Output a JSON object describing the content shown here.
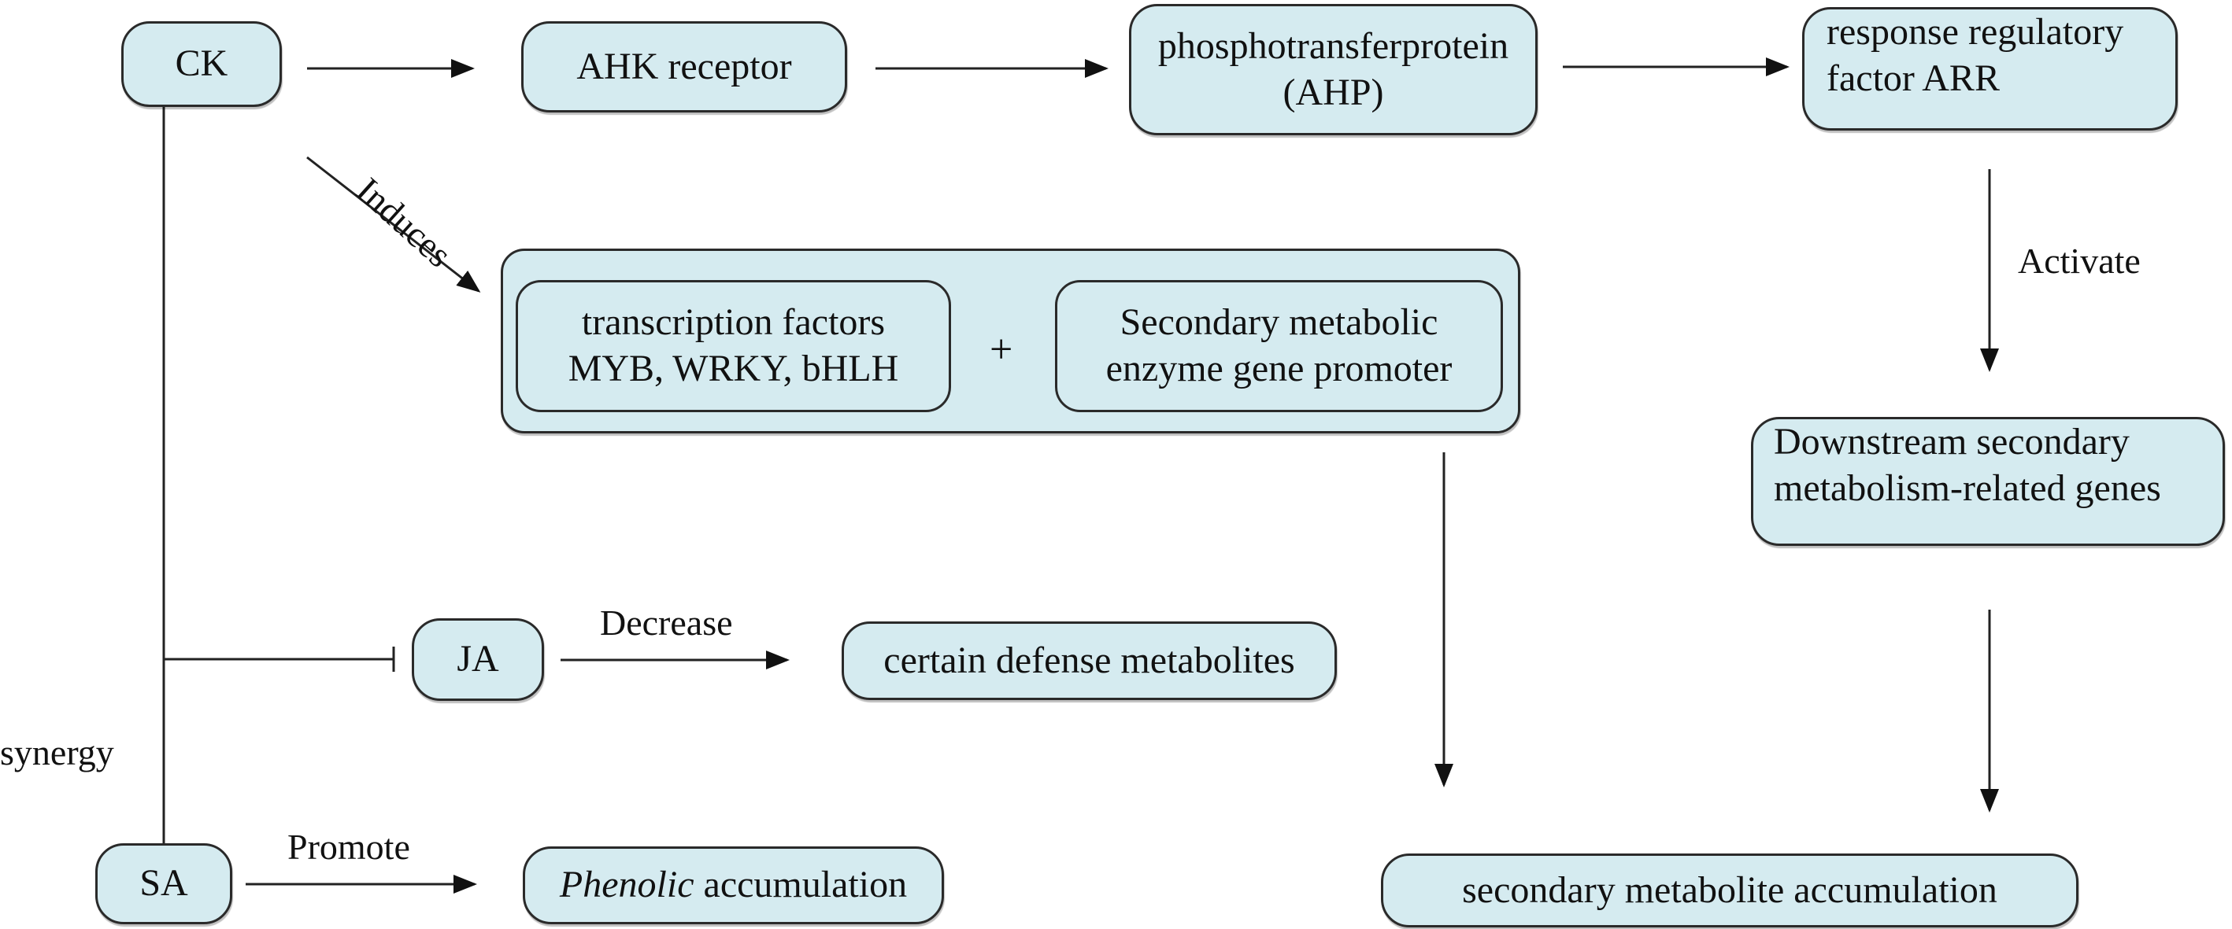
{
  "nodes": {
    "ck": "CK",
    "ahk": "AHK receptor",
    "ahp": {
      "line1": "phosphotransferprotein",
      "line2": "(AHP)"
    },
    "arr": {
      "line1": "response regulatory",
      "line2": "factor ARR"
    },
    "tf": {
      "line1": "transcription factors",
      "line2": "MYB, WRKY, bHLH"
    },
    "plus": "+",
    "enzyme": {
      "line1": "Secondary metabolic",
      "line2": "enzyme gene promoter"
    },
    "downstream": {
      "line1": "Downstream secondary",
      "line2": "metabolism-related genes"
    },
    "ja": "JA",
    "defense": "certain defense metabolites",
    "sa": "SA",
    "phenolic": {
      "italic": "Phenolic",
      "rest": " accumulation"
    },
    "secondary": "secondary metabolite accumulation"
  },
  "edge_labels": {
    "induces": "Induces",
    "activate": "Activate",
    "decrease": "Decrease",
    "promote": "Promote",
    "synergy": "synergy"
  },
  "colors": {
    "node_fill": "#d5ebf0",
    "stroke": "#2a2a2a"
  }
}
